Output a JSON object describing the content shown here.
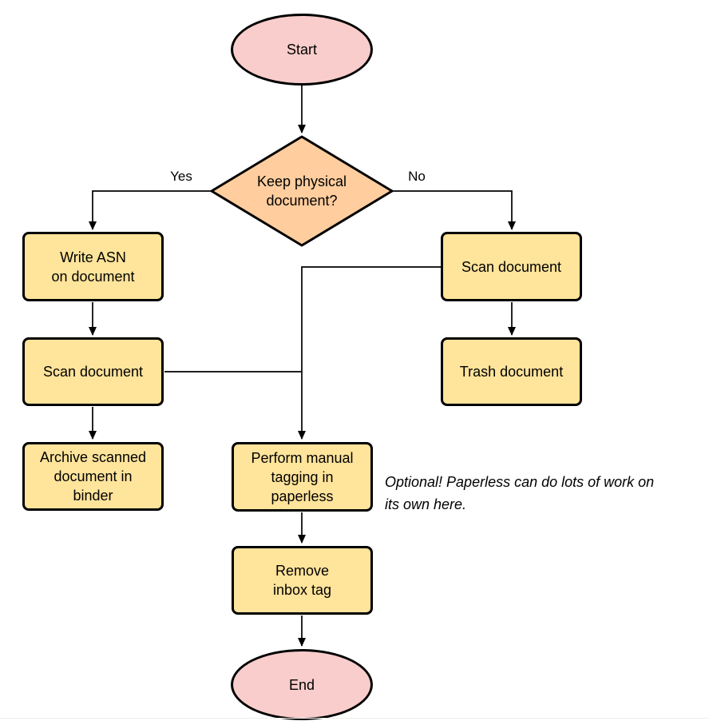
{
  "flowchart": {
    "nodes": {
      "start": "Start",
      "decision": "Keep physical\ndocument?",
      "write_asn": "Write ASN\non document",
      "scan_document_left": "Scan document",
      "archive": "Archive scanned\ndocument in\nbinder",
      "scan_document_right": "Scan document",
      "trash": "Trash document",
      "manual_tagging": "Perform manual\ntagging in\npaperless",
      "remove_inbox_tag": "Remove\ninbox tag",
      "end": "End"
    },
    "edge_labels": {
      "yes": "Yes",
      "no": "No"
    },
    "note": "Optional! Paperless can do lots of work on\nits own here.",
    "colors": {
      "terminal_fill": "#F8CDCB",
      "decision_fill": "#FFCD9E",
      "process_fill": "#FFE49B",
      "stroke": "#000000"
    }
  }
}
